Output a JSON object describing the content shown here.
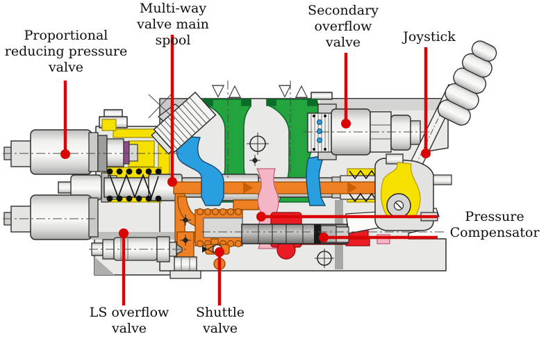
{
  "figure": {
    "title": "Multi-way valve cross-section diagram",
    "description": "Sectional drawing of a load-sensing multi-way hydraulic valve with labelled components"
  },
  "labels": {
    "proportional_reducing_pressure_valve": {
      "lines": [
        "Proportional",
        "reducing pressure",
        "valve"
      ]
    },
    "multi_way_valve_main_spool": {
      "lines": [
        "Multi-way",
        "valve main",
        "spool"
      ]
    },
    "secondary_overflow_valve": {
      "lines": [
        "Secondary",
        "overflow",
        "valve"
      ]
    },
    "joystick": {
      "lines": [
        "Joystick"
      ]
    },
    "pressure_compensator": {
      "lines": [
        "Pressure",
        "Compensator"
      ]
    },
    "ls_overflow_valve": {
      "lines": [
        "LS overflow",
        "valve"
      ]
    },
    "shuttle_valve": {
      "lines": [
        "Shuttle",
        "valve"
      ]
    }
  },
  "symbols": {
    "port_marker_down": "▽",
    "port_marker_up": "△"
  },
  "colors": {
    "leader_red": "#d90505",
    "work_port_green": "#23a43f",
    "channel_blue": "#2a9fe0",
    "pilot_yellow": "#f6e000",
    "pilot_orange": "#ee7f22",
    "ls_pink": "#f4b6c4",
    "highlight_red": "#ec1c24",
    "body_gray": "#e9e9e7"
  }
}
